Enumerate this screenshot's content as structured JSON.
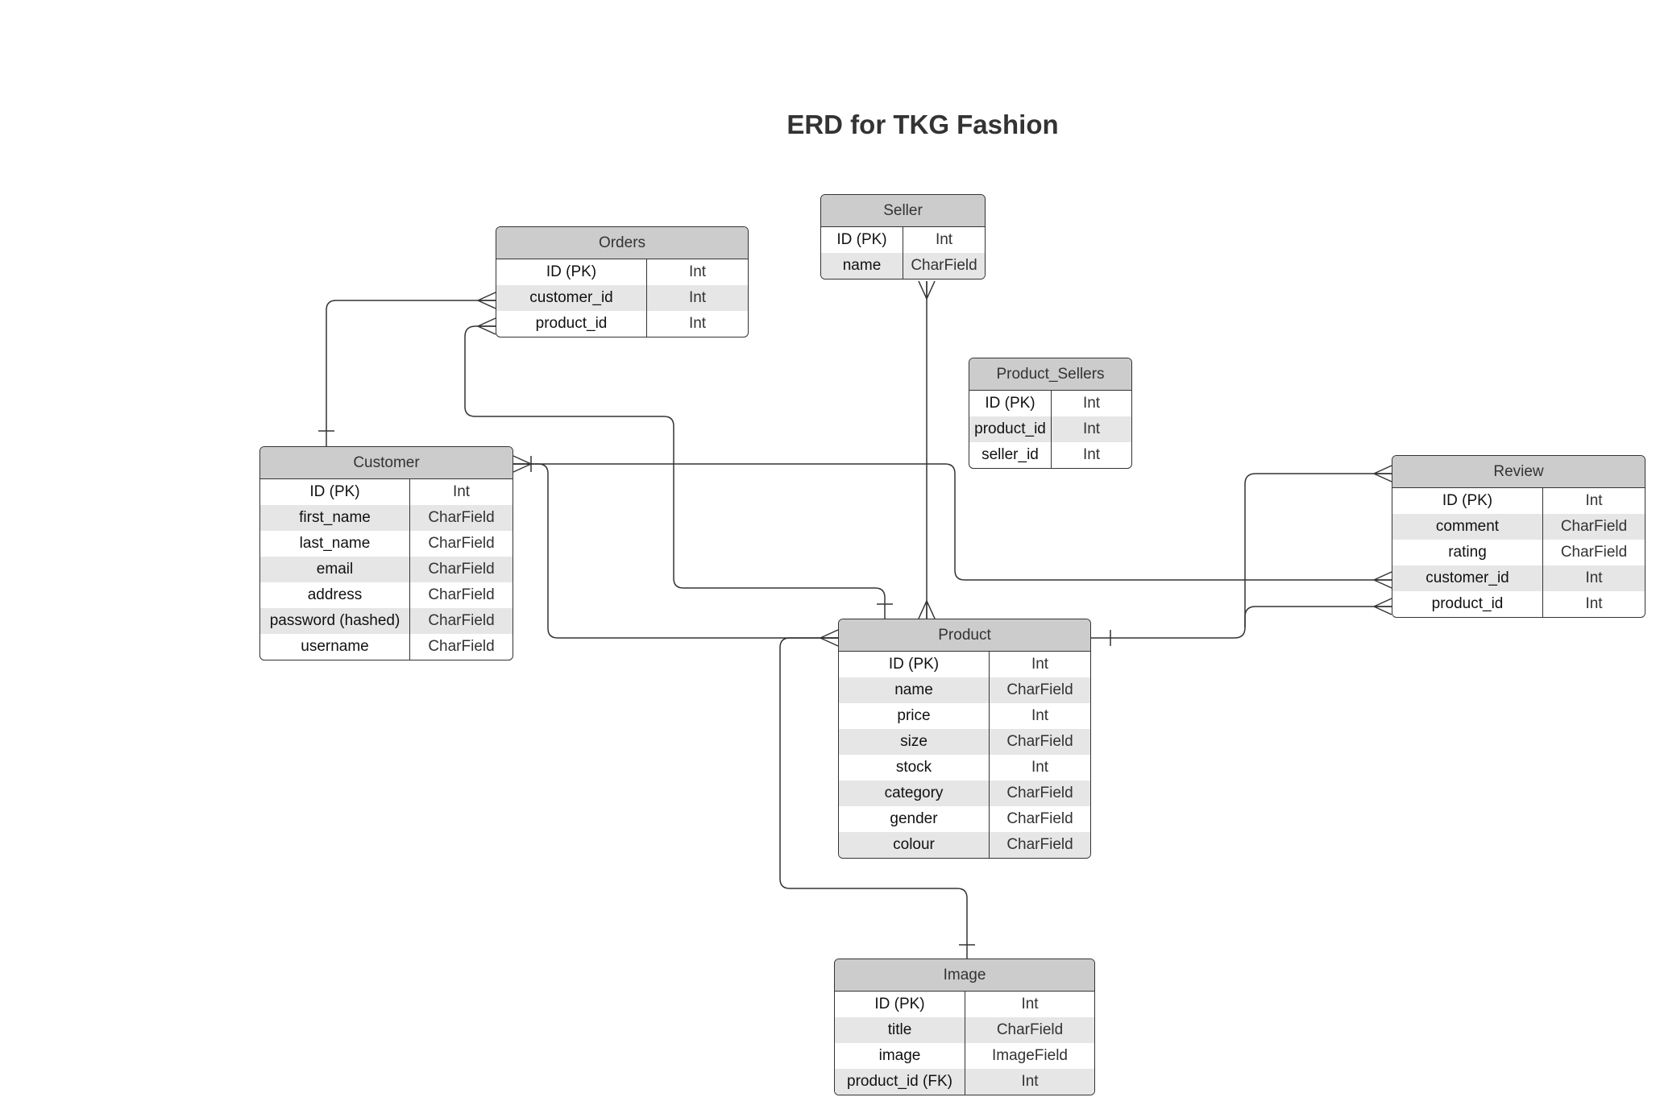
{
  "title": "ERD for TKG Fashion",
  "entities": {
    "orders": {
      "name": "Orders",
      "rows": [
        {
          "field": "ID (PK)",
          "type": "Int"
        },
        {
          "field": "customer_id",
          "type": "Int"
        },
        {
          "field": "product_id",
          "type": "Int"
        }
      ]
    },
    "seller": {
      "name": "Seller",
      "rows": [
        {
          "field": "ID (PK)",
          "type": "Int"
        },
        {
          "field": "name",
          "type": "CharField"
        }
      ]
    },
    "product_sellers": {
      "name": "Product_Sellers",
      "rows": [
        {
          "field": "ID (PK)",
          "type": "Int"
        },
        {
          "field": "product_id",
          "type": "Int"
        },
        {
          "field": "seller_id",
          "type": "Int"
        }
      ]
    },
    "customer": {
      "name": "Customer",
      "rows": [
        {
          "field": "ID (PK)",
          "type": "Int"
        },
        {
          "field": "first_name",
          "type": "CharField"
        },
        {
          "field": "last_name",
          "type": "CharField"
        },
        {
          "field": "email",
          "type": "CharField"
        },
        {
          "field": "address",
          "type": "CharField"
        },
        {
          "field": "password (hashed)",
          "type": "CharField"
        },
        {
          "field": "username",
          "type": "CharField"
        }
      ]
    },
    "review": {
      "name": "Review",
      "rows": [
        {
          "field": "ID (PK)",
          "type": "Int"
        },
        {
          "field": "comment",
          "type": "CharField"
        },
        {
          "field": "rating",
          "type": "CharField"
        },
        {
          "field": "customer_id",
          "type": "Int"
        },
        {
          "field": "product_id",
          "type": "Int"
        }
      ]
    },
    "product": {
      "name": "Product",
      "rows": [
        {
          "field": "ID (PK)",
          "type": "Int"
        },
        {
          "field": "name",
          "type": "CharField"
        },
        {
          "field": "price",
          "type": "Int"
        },
        {
          "field": "size",
          "type": "CharField"
        },
        {
          "field": "stock",
          "type": "Int"
        },
        {
          "field": "category",
          "type": "CharField"
        },
        {
          "field": "gender",
          "type": "CharField"
        },
        {
          "field": "colour",
          "type": "CharField"
        }
      ]
    },
    "image": {
      "name": "Image",
      "rows": [
        {
          "field": "ID (PK)",
          "type": "Int"
        },
        {
          "field": "title",
          "type": "CharField"
        },
        {
          "field": "image",
          "type": "ImageField"
        },
        {
          "field": "product_id (FK)",
          "type": "Int"
        }
      ]
    }
  },
  "relationships": [
    {
      "from": "customer",
      "to": "orders",
      "from_end": "one",
      "to_end": "many"
    },
    {
      "from": "product",
      "to": "orders",
      "from_end": "one",
      "to_end": "many"
    },
    {
      "from": "product",
      "to": "customer",
      "from_end": "many",
      "to_end": "one-or-many"
    },
    {
      "from": "product",
      "to": "seller",
      "from_end": "many",
      "to_end": "many"
    },
    {
      "from": "customer",
      "to": "review",
      "from_end": "one-or-many",
      "to_end": "many"
    },
    {
      "from": "product",
      "to": "review",
      "from_end": "one",
      "to_end": "many"
    },
    {
      "from": "image",
      "to": "product",
      "from_end": "one",
      "to_end": "many"
    }
  ],
  "colors": {
    "header_fill": "#cccccc",
    "alt_row_fill": "#e6e6e6",
    "border": "#333333",
    "connector": "#333333"
  }
}
